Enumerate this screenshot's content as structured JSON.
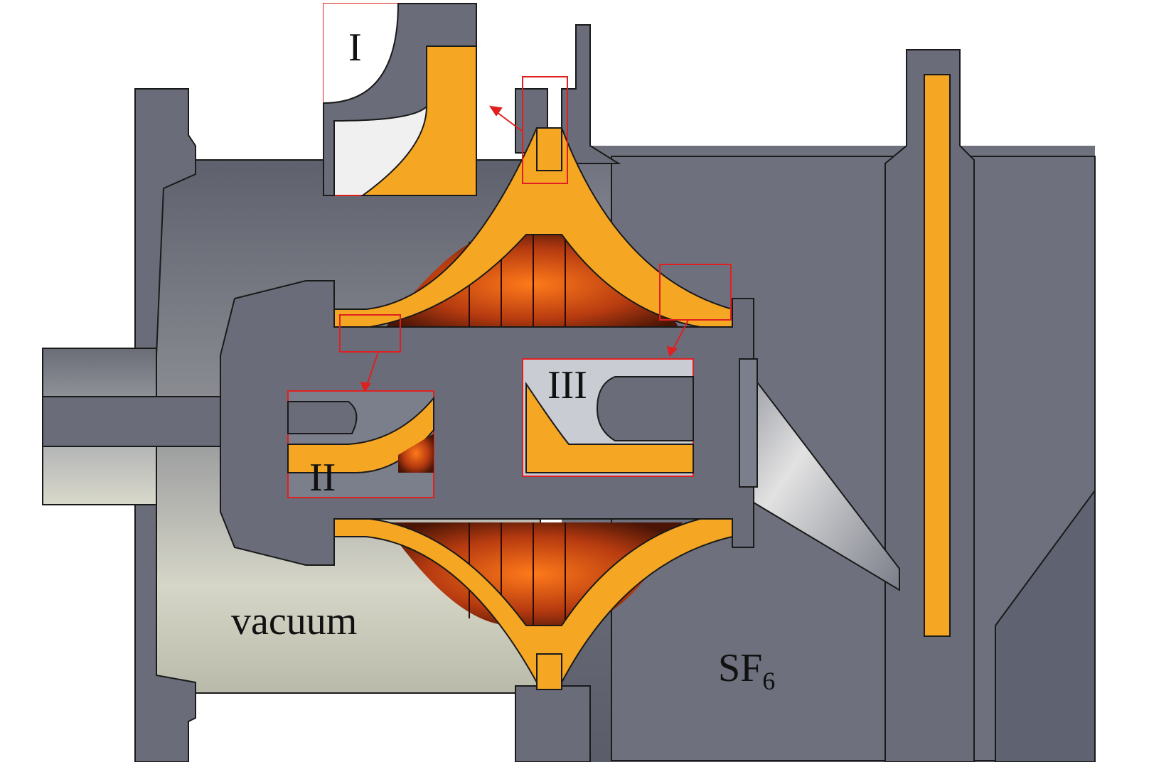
{
  "labels": {
    "detail_1": "I",
    "detail_2": "II",
    "detail_3": "III",
    "vacuum": "vacuum",
    "sf6_main": "SF",
    "sf6_sub": "6"
  },
  "colors": {
    "metal_dark": "#5f6270",
    "metal_mid": "#7b7f8c",
    "metal_light": "#c9ccd2",
    "vacuum_chamber": "#d8d8cc",
    "insulator": "#f5a623",
    "electrode_core": "#e0601a",
    "highlight_box": "#e02020",
    "outline": "#1a1a1a"
  }
}
